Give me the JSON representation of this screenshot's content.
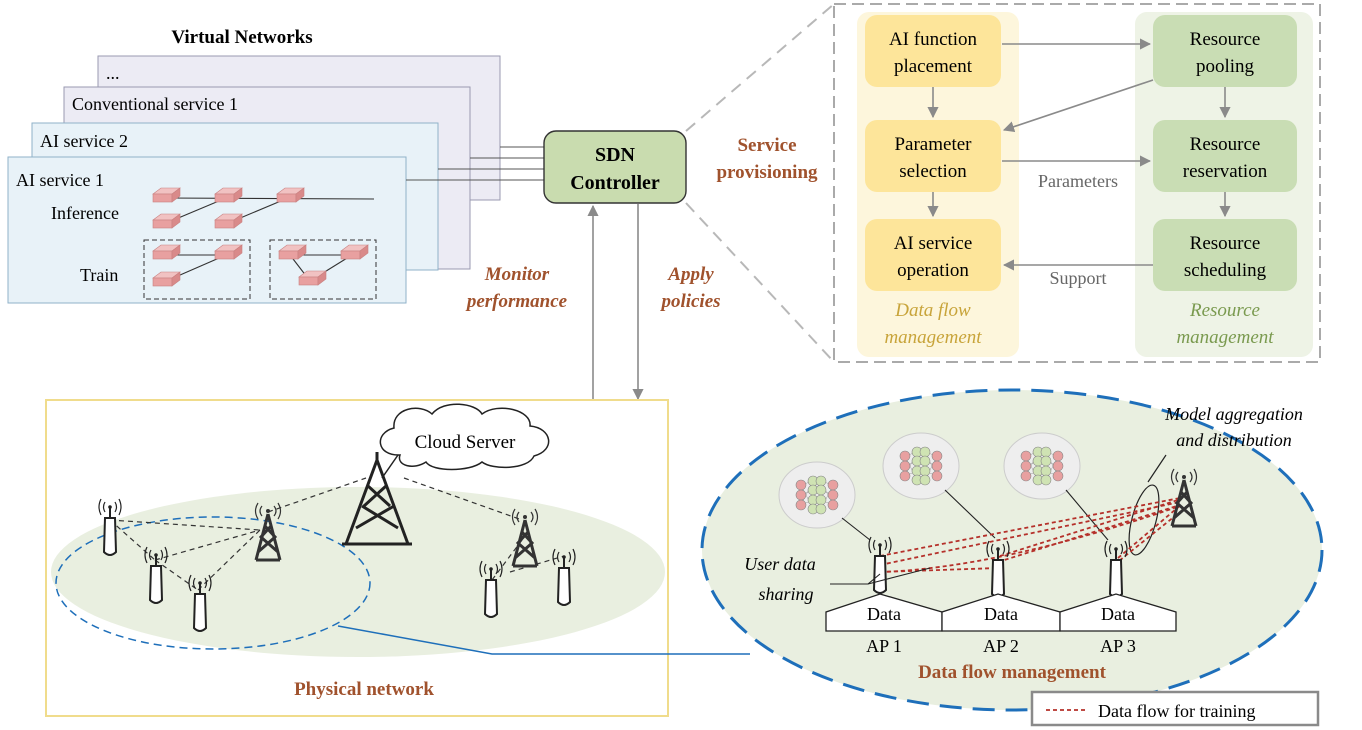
{
  "title": "Virtual Networks",
  "virtual_layers": [
    {
      "label": "..."
    },
    {
      "label": "Conventional service 1"
    },
    {
      "label": "AI service 2"
    },
    {
      "label": "AI service 1"
    }
  ],
  "ai_service_rows": {
    "inference": "Inference",
    "train": "Train"
  },
  "sdn": {
    "line1": "SDN",
    "line2": "Controller"
  },
  "service_provisioning": {
    "line1": "Service",
    "line2": "provisioning"
  },
  "monitor": {
    "line1": "Monitor",
    "line2": "performance"
  },
  "apply": {
    "line1": "Apply",
    "line2": "policies"
  },
  "data_flow_boxes": [
    {
      "line1": "AI function",
      "line2": "placement"
    },
    {
      "line1": "Parameter",
      "line2": "selection"
    },
    {
      "line1": "AI service",
      "line2": "operation"
    }
  ],
  "resource_boxes": [
    {
      "line1": "Resource",
      "line2": "pooling"
    },
    {
      "line1": "Resource",
      "line2": "reservation"
    },
    {
      "line1": "Resource",
      "line2": "scheduling"
    }
  ],
  "arrow_labels": {
    "parameters": "Parameters",
    "support": "Support"
  },
  "panel_labels": {
    "data_flow": {
      "line1": "Data flow",
      "line2": "management"
    },
    "resource": {
      "line1": "Resource",
      "line2": "management"
    }
  },
  "cloud_server": "Cloud Server",
  "physical_network": "Physical network",
  "model_aggregation": {
    "line1": "Model aggregation",
    "line2": "and distribution"
  },
  "user_data_sharing": {
    "line1": "User data",
    "line2": "sharing"
  },
  "ap_stores": [
    {
      "data": "Data",
      "ap": "AP 1"
    },
    {
      "data": "Data",
      "ap": "AP 2"
    },
    {
      "data": "Data",
      "ap": "AP 3"
    }
  ],
  "data_flow_management": "Data flow management",
  "legend": {
    "label": "Data flow for training"
  },
  "colors": {
    "accent_brown": "#a0522d",
    "yellow_box": "#fde59a",
    "yellow_panel": "#fdf6dc",
    "green_box": "#c9ddb4",
    "green_panel": "#eef3e6",
    "sdn_green": "#c9dcaf",
    "layer_blue": "#e8f2f8",
    "layer_purple": "#ecebf4",
    "router_pink": "#e8a0a0",
    "ellipse_blue": "#1e6fba",
    "ellipse_fill": "#e9efe0",
    "physical_border": "#f0dc8c",
    "dataflow_red": "#b5302a"
  }
}
